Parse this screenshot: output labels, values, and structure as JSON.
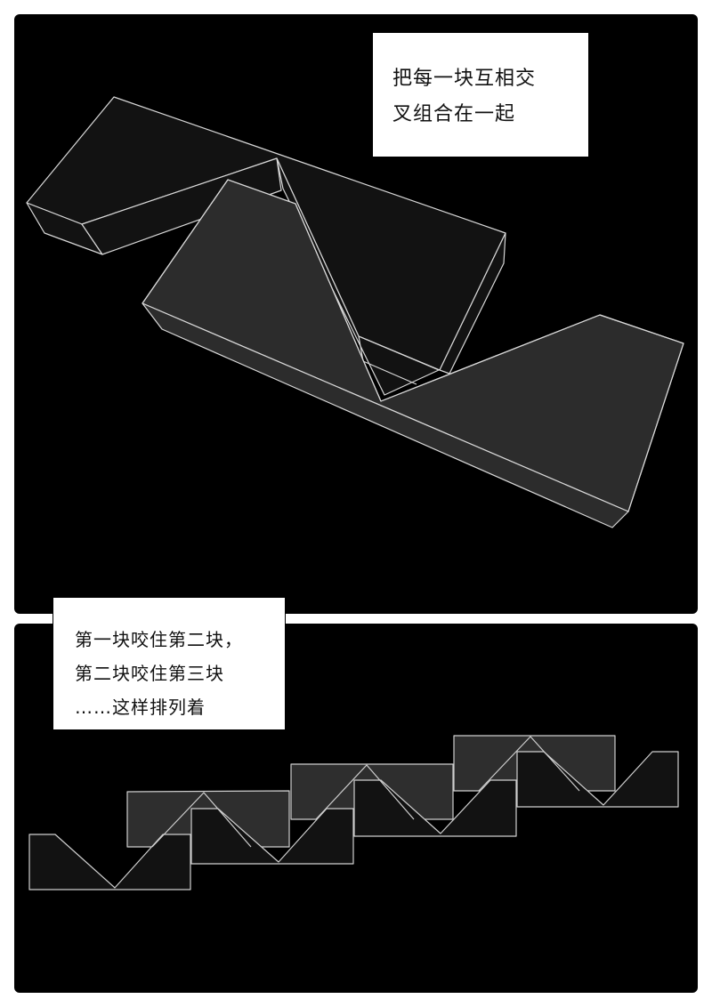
{
  "page": {
    "type": "comic-page",
    "background_color": "#ffffff",
    "panel_color": "#000000"
  },
  "panels": [
    {
      "id": "top",
      "caption": {
        "lines": [
          "把每一块互相交",
          "叉组合在一起"
        ]
      },
      "illustration": "three interlocking 3D V-notched blocks",
      "colors": {
        "dark_face": "#121212",
        "light_face": "#2c2c2c",
        "edge": "#d8d8d8"
      }
    },
    {
      "id": "bottom",
      "caption": {
        "lines": [
          "第一块咬住第二块，",
          "第二块咬住第三块",
          "……这样排列着"
        ]
      },
      "illustration": "chain of V-notched blocks interlocking in a staircase",
      "colors": {
        "dark_face": "#121212",
        "light_face": "#2e2e2e",
        "edge": "#cfcfcf"
      }
    }
  ]
}
